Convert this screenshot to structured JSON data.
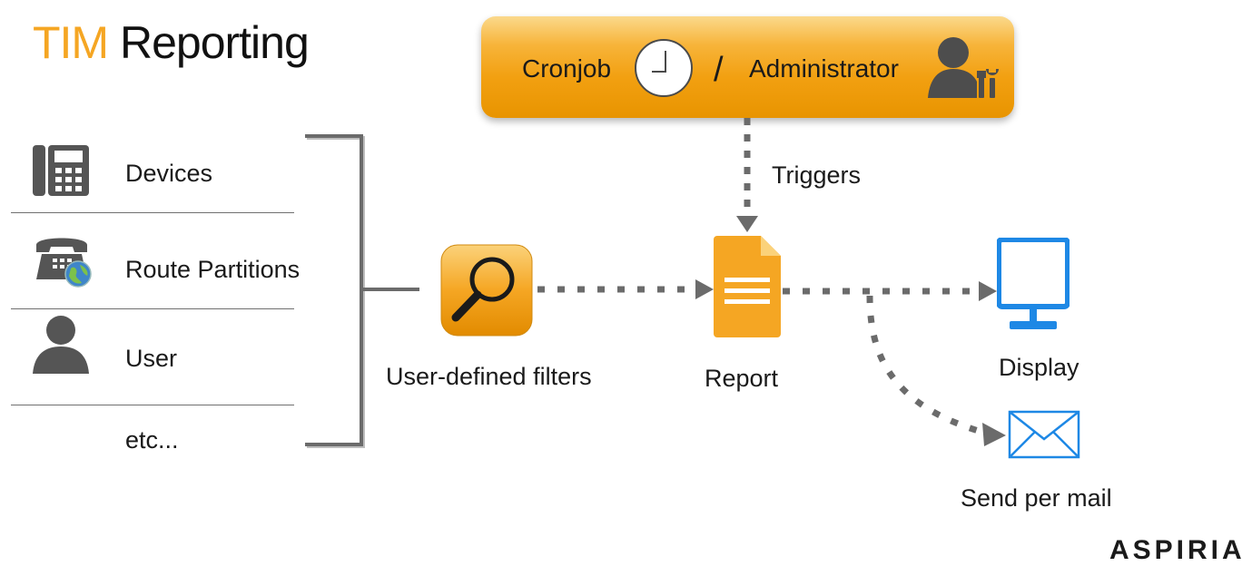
{
  "title": {
    "accent": "TIM",
    "rest": " Reporting"
  },
  "trigger_banner": {
    "left_label": "Cronjob",
    "separator": "/",
    "right_label": "Administrator",
    "icons": [
      "clock-icon",
      "admin-user-icon"
    ],
    "color": "#f5a623"
  },
  "sources": [
    {
      "label": "Devices",
      "icon": "desk-phone-icon"
    },
    {
      "label": "Route Partitions",
      "icon": "telephone-globe-icon"
    },
    {
      "label": "User",
      "icon": "user-silhouette-icon"
    },
    {
      "label": "etc..."
    }
  ],
  "flow": {
    "trigger_label": "Triggers",
    "filters_label": "User-defined filters",
    "report_label": "Report",
    "display_label": "Display",
    "mail_label": "Send per mail"
  },
  "brand": {
    "logo_text": "ASPIRIA"
  },
  "colors": {
    "accent": "#f5a623",
    "display_blue": "#1e88e5",
    "arrow_gray": "#6b6b6b",
    "icon_gray": "#5a5a5a"
  }
}
